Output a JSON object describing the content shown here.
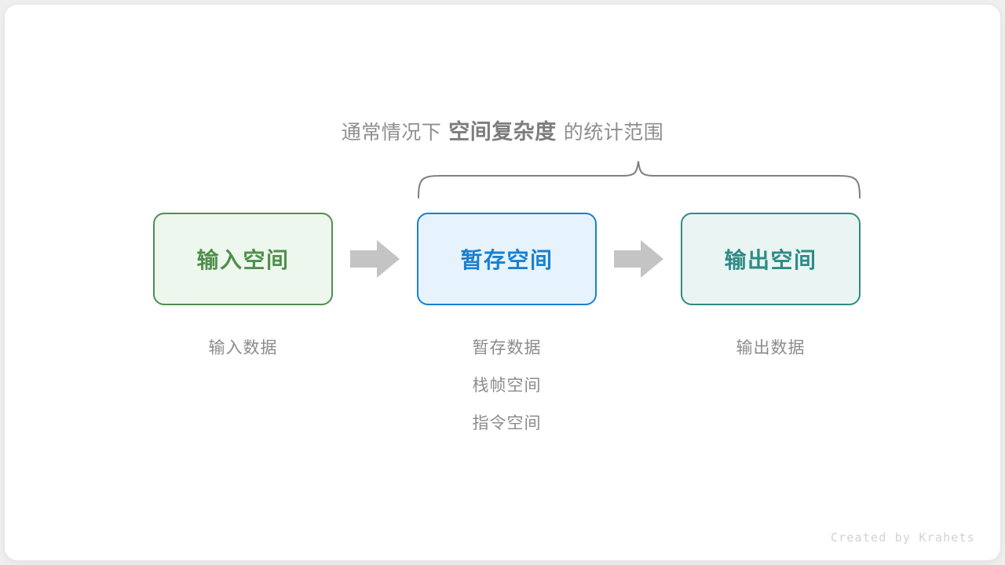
{
  "heading": {
    "prefix": "通常情况下",
    "emphasis": "空间复杂度",
    "suffix": "的统计范围"
  },
  "brace": {
    "name": "curly-brace",
    "color": "#7f7f7f",
    "spans": [
      "暂存空间",
      "输出空间"
    ]
  },
  "boxes": [
    {
      "id": "input",
      "label": "输入空间",
      "border_color": "#4f8f4d",
      "fill_color": "#eef7ed",
      "text_color": "#4f8f4d"
    },
    {
      "id": "temp",
      "label": "暂存空间",
      "border_color": "#1a7fd0",
      "fill_color": "#e6f3fd",
      "text_color": "#1a7fd0"
    },
    {
      "id": "output",
      "label": "输出空间",
      "border_color": "#2e8b86",
      "fill_color": "#eaf5f3",
      "text_color": "#2e8b86"
    }
  ],
  "arrows": [
    {
      "id": "arrow-1",
      "direction": "right",
      "color": "#c4c4c4"
    },
    {
      "id": "arrow-2",
      "direction": "right",
      "color": "#c4c4c4"
    }
  ],
  "captions": {
    "input": [
      "输入数据"
    ],
    "temp": [
      "暂存数据",
      "栈帧空间",
      "指令空间"
    ],
    "output": [
      "输出数据"
    ]
  },
  "credit": "Created by Krahets",
  "colors": {
    "background": "#efefef",
    "card": "#ffffff",
    "muted_text": "#8c8c8c",
    "heading_text": "#8e8e8e",
    "heading_emphasis": "#7d7d7d",
    "credit_text": "#d2d2d2"
  }
}
